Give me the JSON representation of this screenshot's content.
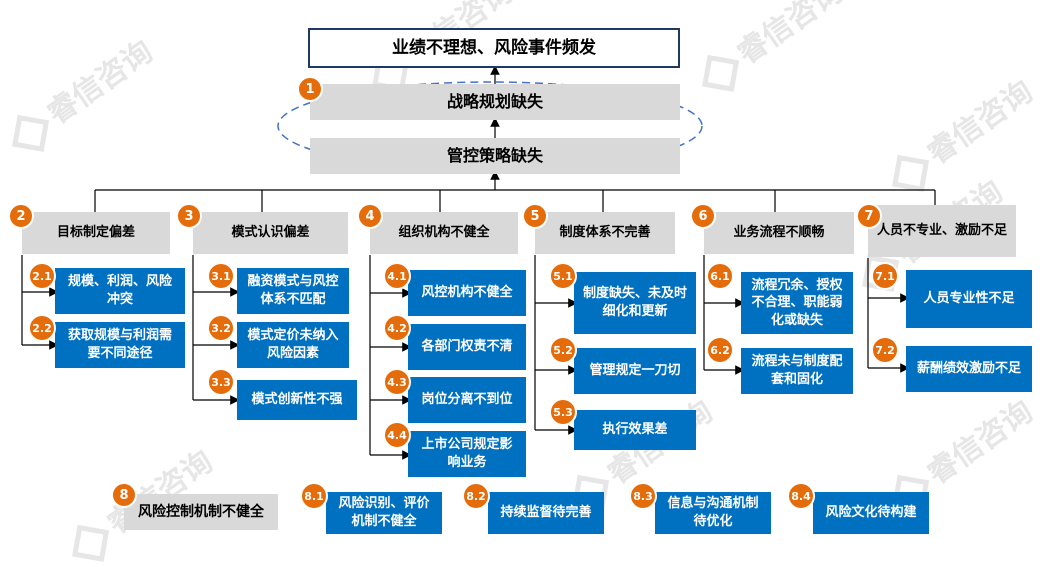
{
  "watermark": "睿信咨询",
  "top": "业绩不理想、风险事件频发",
  "level1": {
    "badge": "1",
    "strategy": "战略规划缺失",
    "control": "管控策略缺失"
  },
  "categories": [
    {
      "num": "2",
      "label": "目标制定偏差",
      "items": [
        {
          "num": "2.1",
          "text": "规模、利润、风险冲突"
        },
        {
          "num": "2.2",
          "text": "获取规模与利润需要不同途径"
        }
      ]
    },
    {
      "num": "3",
      "label": "模式认识偏差",
      "items": [
        {
          "num": "3.1",
          "text": "融资模式与风控体系不匹配"
        },
        {
          "num": "3.2",
          "text": "模式定价未纳入风险因素"
        },
        {
          "num": "3.3",
          "text": "模式创新性不强"
        }
      ]
    },
    {
      "num": "4",
      "label": "组织机构不健全",
      "items": [
        {
          "num": "4.1",
          "text": "风控机构不健全"
        },
        {
          "num": "4.2",
          "text": "各部门权责不清"
        },
        {
          "num": "4.3",
          "text": "岗位分离不到位"
        },
        {
          "num": "4.4",
          "text": "上市公司规定影响业务"
        }
      ]
    },
    {
      "num": "5",
      "label": "制度体系不完善",
      "items": [
        {
          "num": "5.1",
          "text": "制度缺失、未及时细化和更新"
        },
        {
          "num": "5.2",
          "text": "管理规定一刀切"
        },
        {
          "num": "5.3",
          "text": "执行效果差"
        }
      ]
    },
    {
      "num": "6",
      "label": "业务流程不顺畅",
      "items": [
        {
          "num": "6.1",
          "text": "流程冗余、授权不合理、职能弱化或缺失"
        },
        {
          "num": "6.2",
          "text": "流程未与制度配套和固化"
        }
      ]
    },
    {
      "num": "7",
      "label": "人员不专业、激励不足",
      "items": [
        {
          "num": "7.1",
          "text": "人员专业性不足"
        },
        {
          "num": "7.2",
          "text": "薪酬绩效激励不足"
        }
      ]
    }
  ],
  "bottom": {
    "num": "8",
    "label": "风险控制机制不健全",
    "items": [
      {
        "num": "8.1",
        "text": "风险识别、评价机制不健全"
      },
      {
        "num": "8.2",
        "text": "持续监督待完善"
      },
      {
        "num": "8.3",
        "text": "信息与沟通机制待优化"
      },
      {
        "num": "8.4",
        "text": "风险文化待构建"
      }
    ]
  }
}
